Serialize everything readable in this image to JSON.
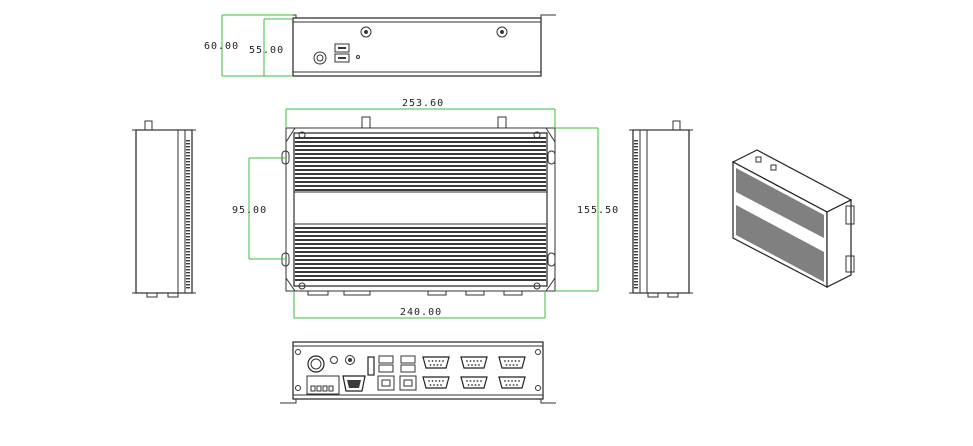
{
  "dimensions": {
    "top_height_outer": "60.00",
    "top_height_inner": "55.00",
    "front_width_top": "253.60",
    "front_width_bottom": "240.00",
    "front_height_right": "155.50",
    "mount_hole_spacing": "95.00"
  },
  "colors": {
    "dimension_line": "#3bbf3b",
    "outline": "#222222",
    "fins": "#3a3a3a"
  }
}
